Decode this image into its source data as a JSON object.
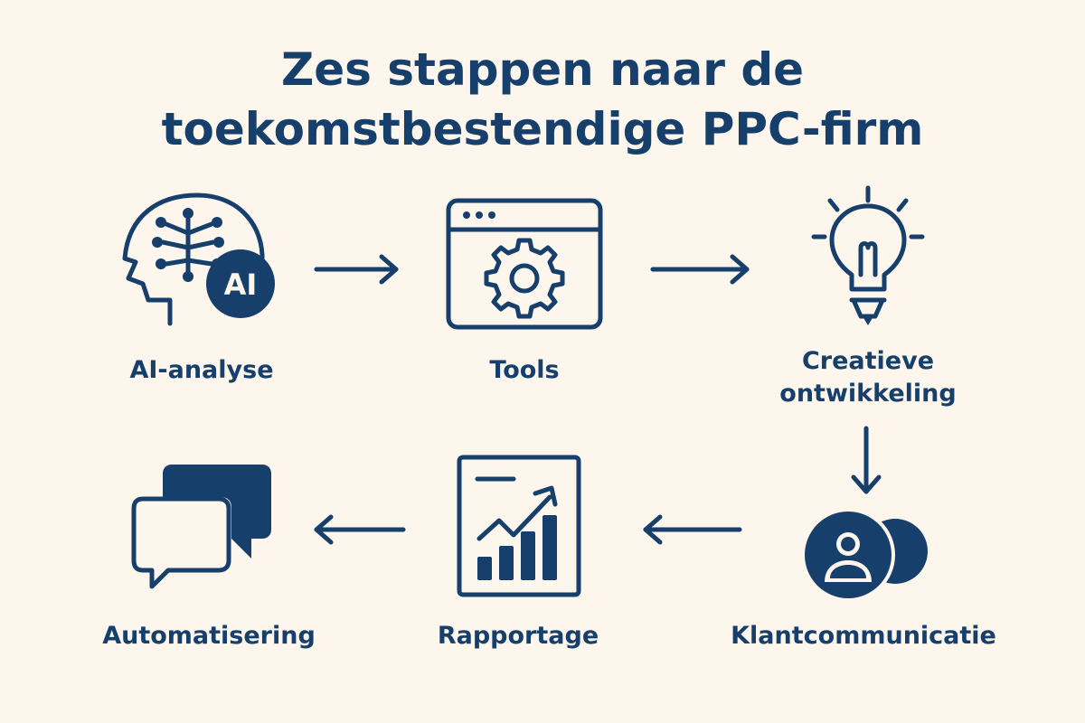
{
  "title": {
    "line1": "Zes stappen naar de",
    "line2": "toekomstbestendige PPC-firm"
  },
  "colors": {
    "background": "#fdf6ec",
    "primary": "#163f6b"
  },
  "steps": [
    {
      "label": "AI-analyse",
      "icon": "ai-head-icon",
      "badge": "AI"
    },
    {
      "label": "Tools",
      "icon": "browser-gear-icon"
    },
    {
      "label_line1": "Creatieve",
      "label_line2": "ontwikkeling",
      "icon": "lightbulb-icon"
    },
    {
      "label": "Klantcommunicatie",
      "icon": "users-icon"
    },
    {
      "label": "Rapportage",
      "icon": "report-chart-icon"
    },
    {
      "label": "Automatisering",
      "icon": "chat-bubbles-icon"
    }
  ]
}
